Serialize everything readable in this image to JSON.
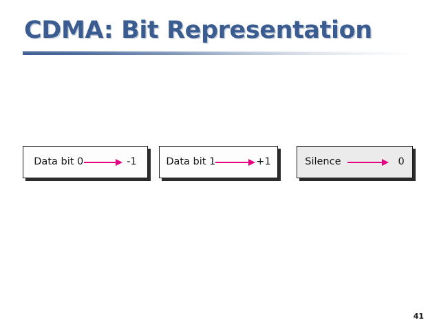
{
  "slide": {
    "title": "CDMA: Bit Representation",
    "page_number": "41",
    "background_color": "#ffffff",
    "title_color": "#3a5c91",
    "rule_color": "#3f5f94",
    "arrow_color": "#e4007f"
  },
  "mappings": [
    {
      "name": "data-bit-0",
      "label": "Data bit 0",
      "arrow": "right-arrow-icon",
      "value": "-1",
      "fill": "#fdfdfd"
    },
    {
      "name": "data-bit-1",
      "label": "Data bit 1",
      "arrow": "right-arrow-icon",
      "value": "+1",
      "fill": "#fdfdfd"
    },
    {
      "name": "silence",
      "label": "Silence",
      "arrow": "right-arrow-icon",
      "value": "0",
      "fill": "#ebebeb"
    }
  ]
}
